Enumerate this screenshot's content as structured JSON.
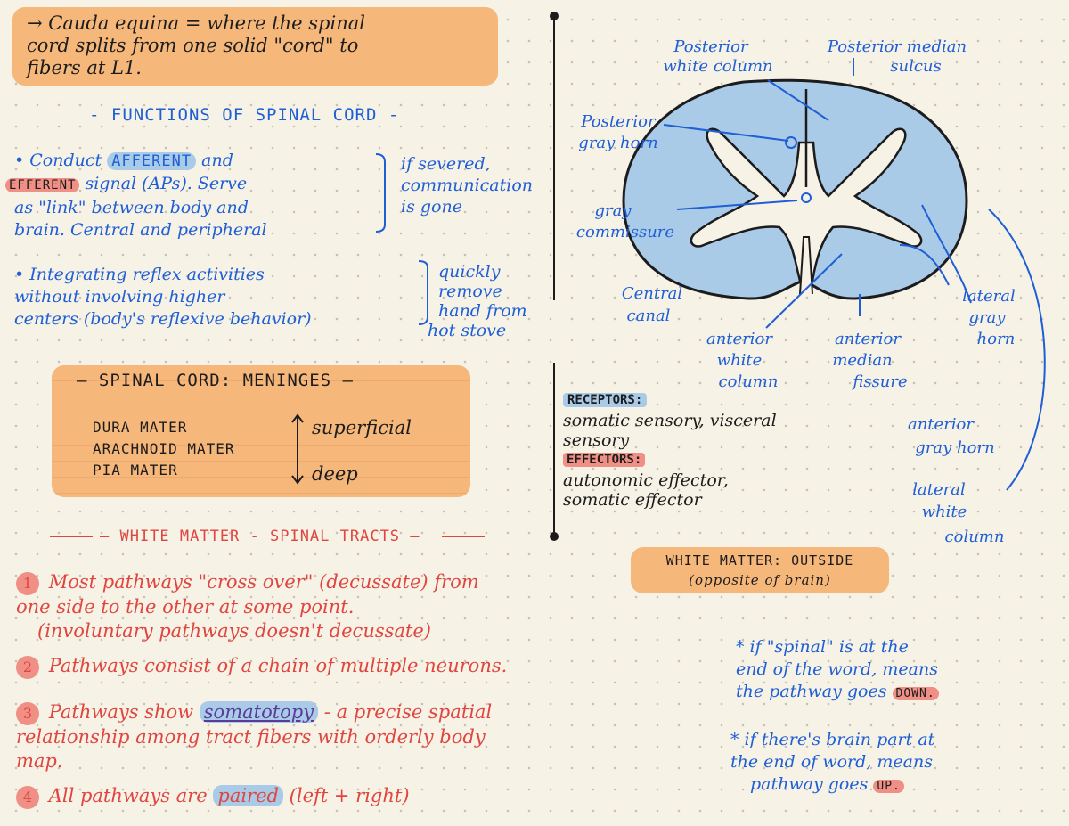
{
  "cauda": {
    "lines": [
      "→ Cauda equina = where the spinal",
      "cord splits from one solid \"cord\" to",
      "fibers at L1."
    ]
  },
  "functions": {
    "title": "- FUNCTIONS OF SPINAL CORD -",
    "item1": {
      "pre": "• Conduct",
      "afferent": "AFFERENT",
      "and": "and",
      "efferent": "EFFERENT",
      "rest1": "signal (APs). Serve",
      "line3": "as \"link\" between body and",
      "line4": "brain. Central and peripheral",
      "note": [
        "if severed,",
        "communication",
        "is gone"
      ]
    },
    "item2": {
      "lines": [
        "• Integrating reflex activities",
        "without involving higher",
        "centers (body's reflexive behavior)"
      ],
      "note": [
        "quickly",
        "remove",
        "hand from",
        "hot stove"
      ]
    }
  },
  "meninges": {
    "title": "— SPINAL CORD: MENINGES —",
    "layers": [
      "DURA MATER",
      "ARACHNOID MATER",
      "PIA MATER"
    ],
    "superficial": "superficial",
    "deep": "deep"
  },
  "white_matter": {
    "title": "— WHITE MATTER - SPINAL TRACTS —",
    "rules": [
      {
        "num": "1",
        "lines": [
          "Most pathways \"cross over\" (decussate) from",
          "one side to the other at some point.",
          "(involuntary pathways doesn't decussate)"
        ],
        "most": "Most",
        "doesnt": "doesn't"
      },
      {
        "num": "2",
        "lines": [
          "Pathways consist of a chain of multiple neurons."
        ]
      },
      {
        "num": "3",
        "pre": "Pathways show",
        "highlight": "somatotopy",
        "post": "- a precise spatial",
        "lines": [
          "relationship among tract fibers with orderly body",
          "map."
        ]
      },
      {
        "num": "4",
        "pre": "All pathways are",
        "highlight": "paired",
        "post": "(left + right)"
      }
    ]
  },
  "receptors": {
    "tag": "RECEPTORS:",
    "lines": [
      "somatic sensory, visceral",
      "sensory"
    ],
    "effectors_tag": "EFFECTORS:",
    "effectors_lines": [
      "autonomic effector,",
      "somatic effector"
    ]
  },
  "white_outside": {
    "lines": [
      "WHITE MATTER: OUTSIDE",
      "(opposite of brain)"
    ]
  },
  "notes": {
    "spinal": {
      "lines": [
        "* if \"spinal\" is at the",
        "end of the word, means",
        "the pathway goes"
      ],
      "highlight": "DOWN."
    },
    "brain": {
      "lines": [
        "* if there's brain part at",
        "the end of word, means",
        "pathway goes"
      ],
      "highlight": "UP."
    }
  },
  "diagram": {
    "labels": {
      "posterior_white": [
        "Posterior",
        "white column"
      ],
      "posterior_median": [
        "Posterior median",
        "sulcus"
      ],
      "posterior_gray": [
        "Posterior",
        "gray horn"
      ],
      "gray_comm": [
        "gray",
        "commissure"
      ],
      "central_canal": [
        "Central",
        "canal"
      ],
      "anterior_white": [
        "anterior",
        "white",
        "column"
      ],
      "anterior_median": [
        "anterior",
        "median",
        "fissure"
      ],
      "lateral_gray": [
        "lateral",
        "gray",
        "horn"
      ],
      "anterior_gray": [
        "anterior",
        "gray horn"
      ],
      "lateral_white": [
        "lateral",
        "white",
        "column"
      ]
    },
    "colors": {
      "white_matter": "#a9cbe8",
      "gray_matter": "#f7f2e6",
      "outline": "#1c1c1c",
      "label": "#1f5fd6"
    }
  }
}
